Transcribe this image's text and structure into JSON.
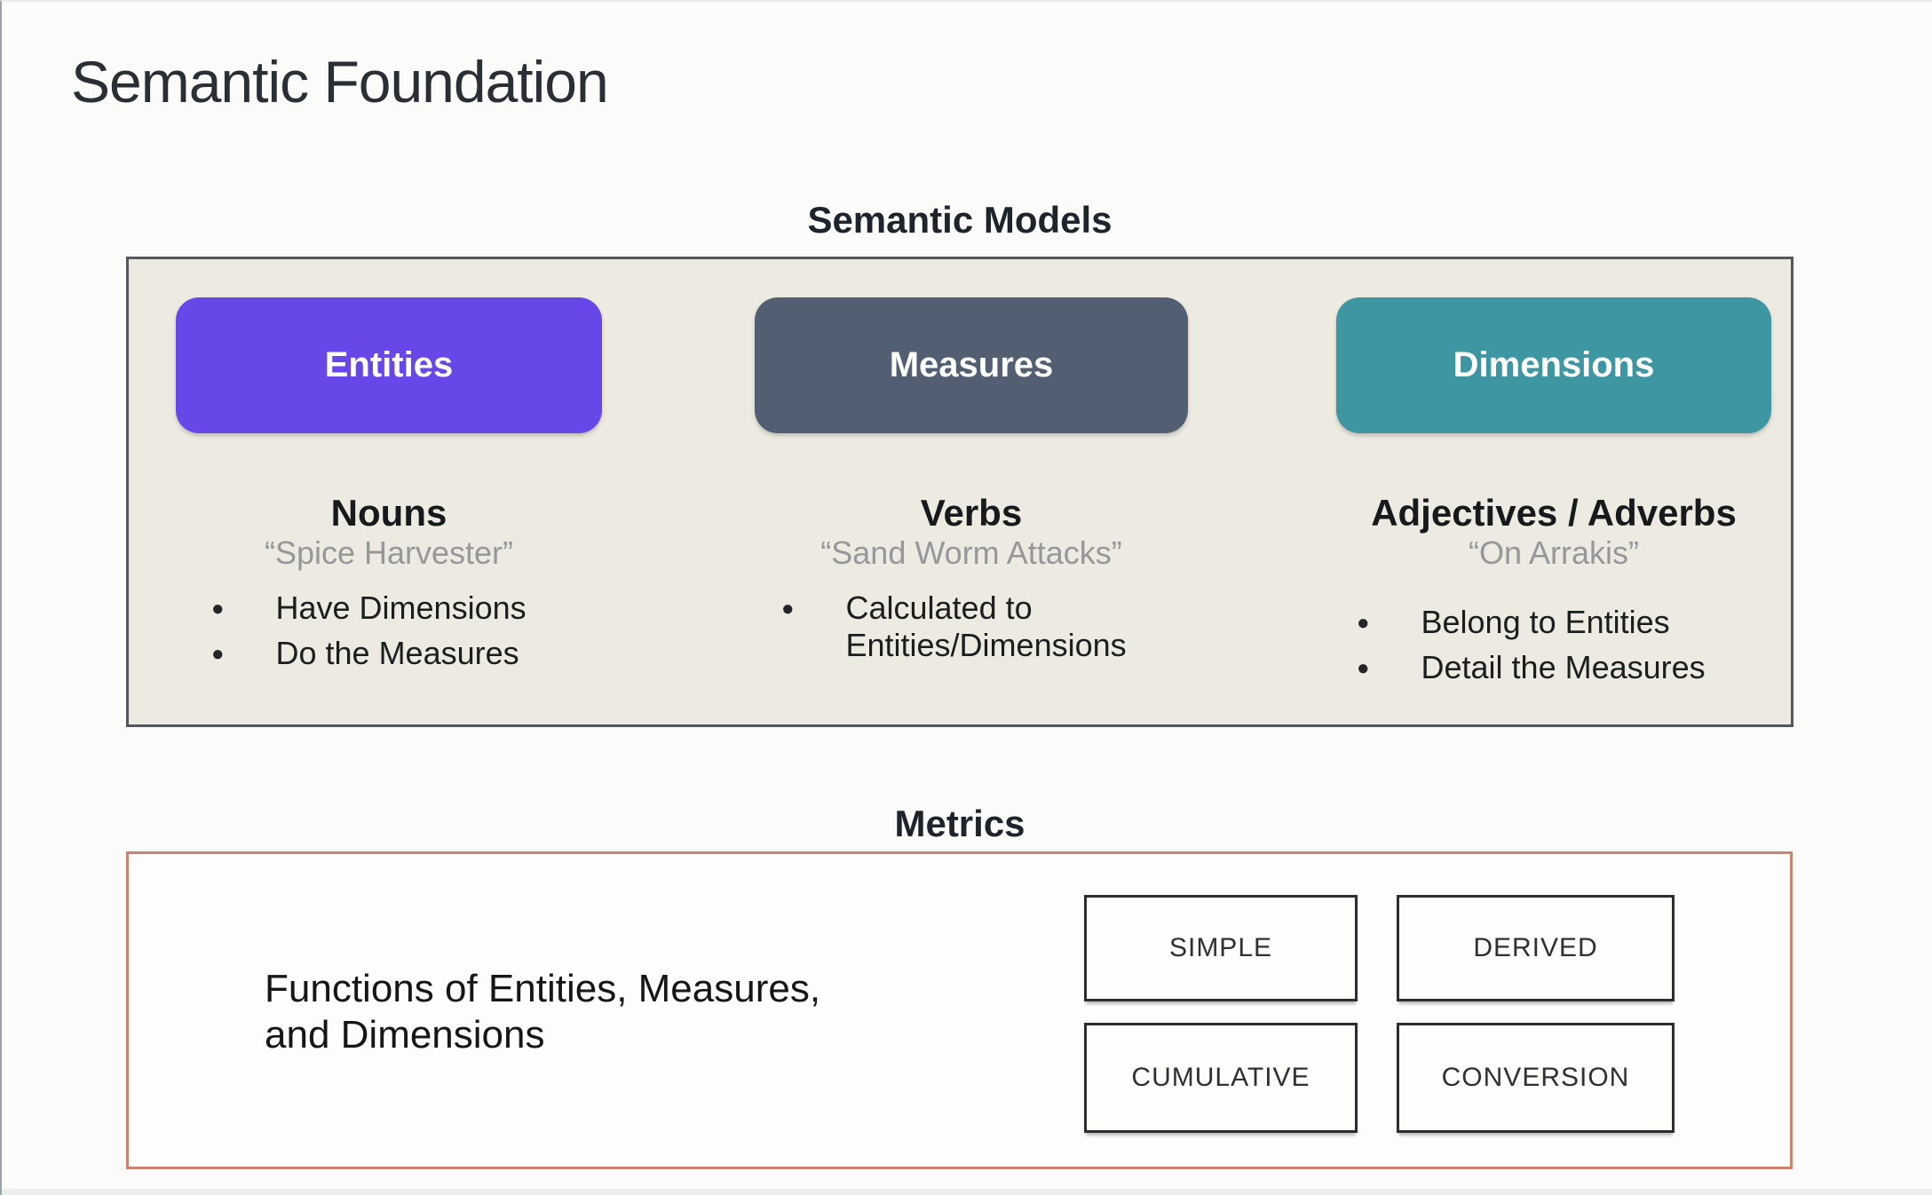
{
  "slide": {
    "title": "Semantic Foundation",
    "semantic_models": {
      "heading": "Semantic Models",
      "columns": [
        {
          "pill": "Entities",
          "pill_color": "#6747E8",
          "role": "Nouns",
          "example": "“Spice Harvester”",
          "bullets": [
            "Have Dimensions",
            "Do the Measures"
          ]
        },
        {
          "pill": "Measures",
          "pill_color": "#525E72",
          "role": "Verbs",
          "example": "“Sand Worm Attacks”",
          "bullets": [
            "Calculated to Entities/Dimensions"
          ]
        },
        {
          "pill": "Dimensions",
          "pill_color": "#3E96A2",
          "role": "Adjectives / Adverbs",
          "example": "“On Arrakis”",
          "bullets": [
            "Belong to Entities",
            "Detail the Measures"
          ]
        }
      ]
    },
    "metrics": {
      "heading": "Metrics",
      "description_line1": "Functions of Entities, Measures,",
      "description_line2": "and Dimensions",
      "types": [
        "SIMPLE",
        "DERIVED",
        "CUMULATIVE",
        "CONVERSION"
      ],
      "panel_border_color": "#C9846F"
    },
    "colors": {
      "models_panel_background": "#EDEBE1",
      "models_panel_border": "#53565C",
      "page_background": "#FBFCFA",
      "title_color": "#2A2F36"
    }
  }
}
